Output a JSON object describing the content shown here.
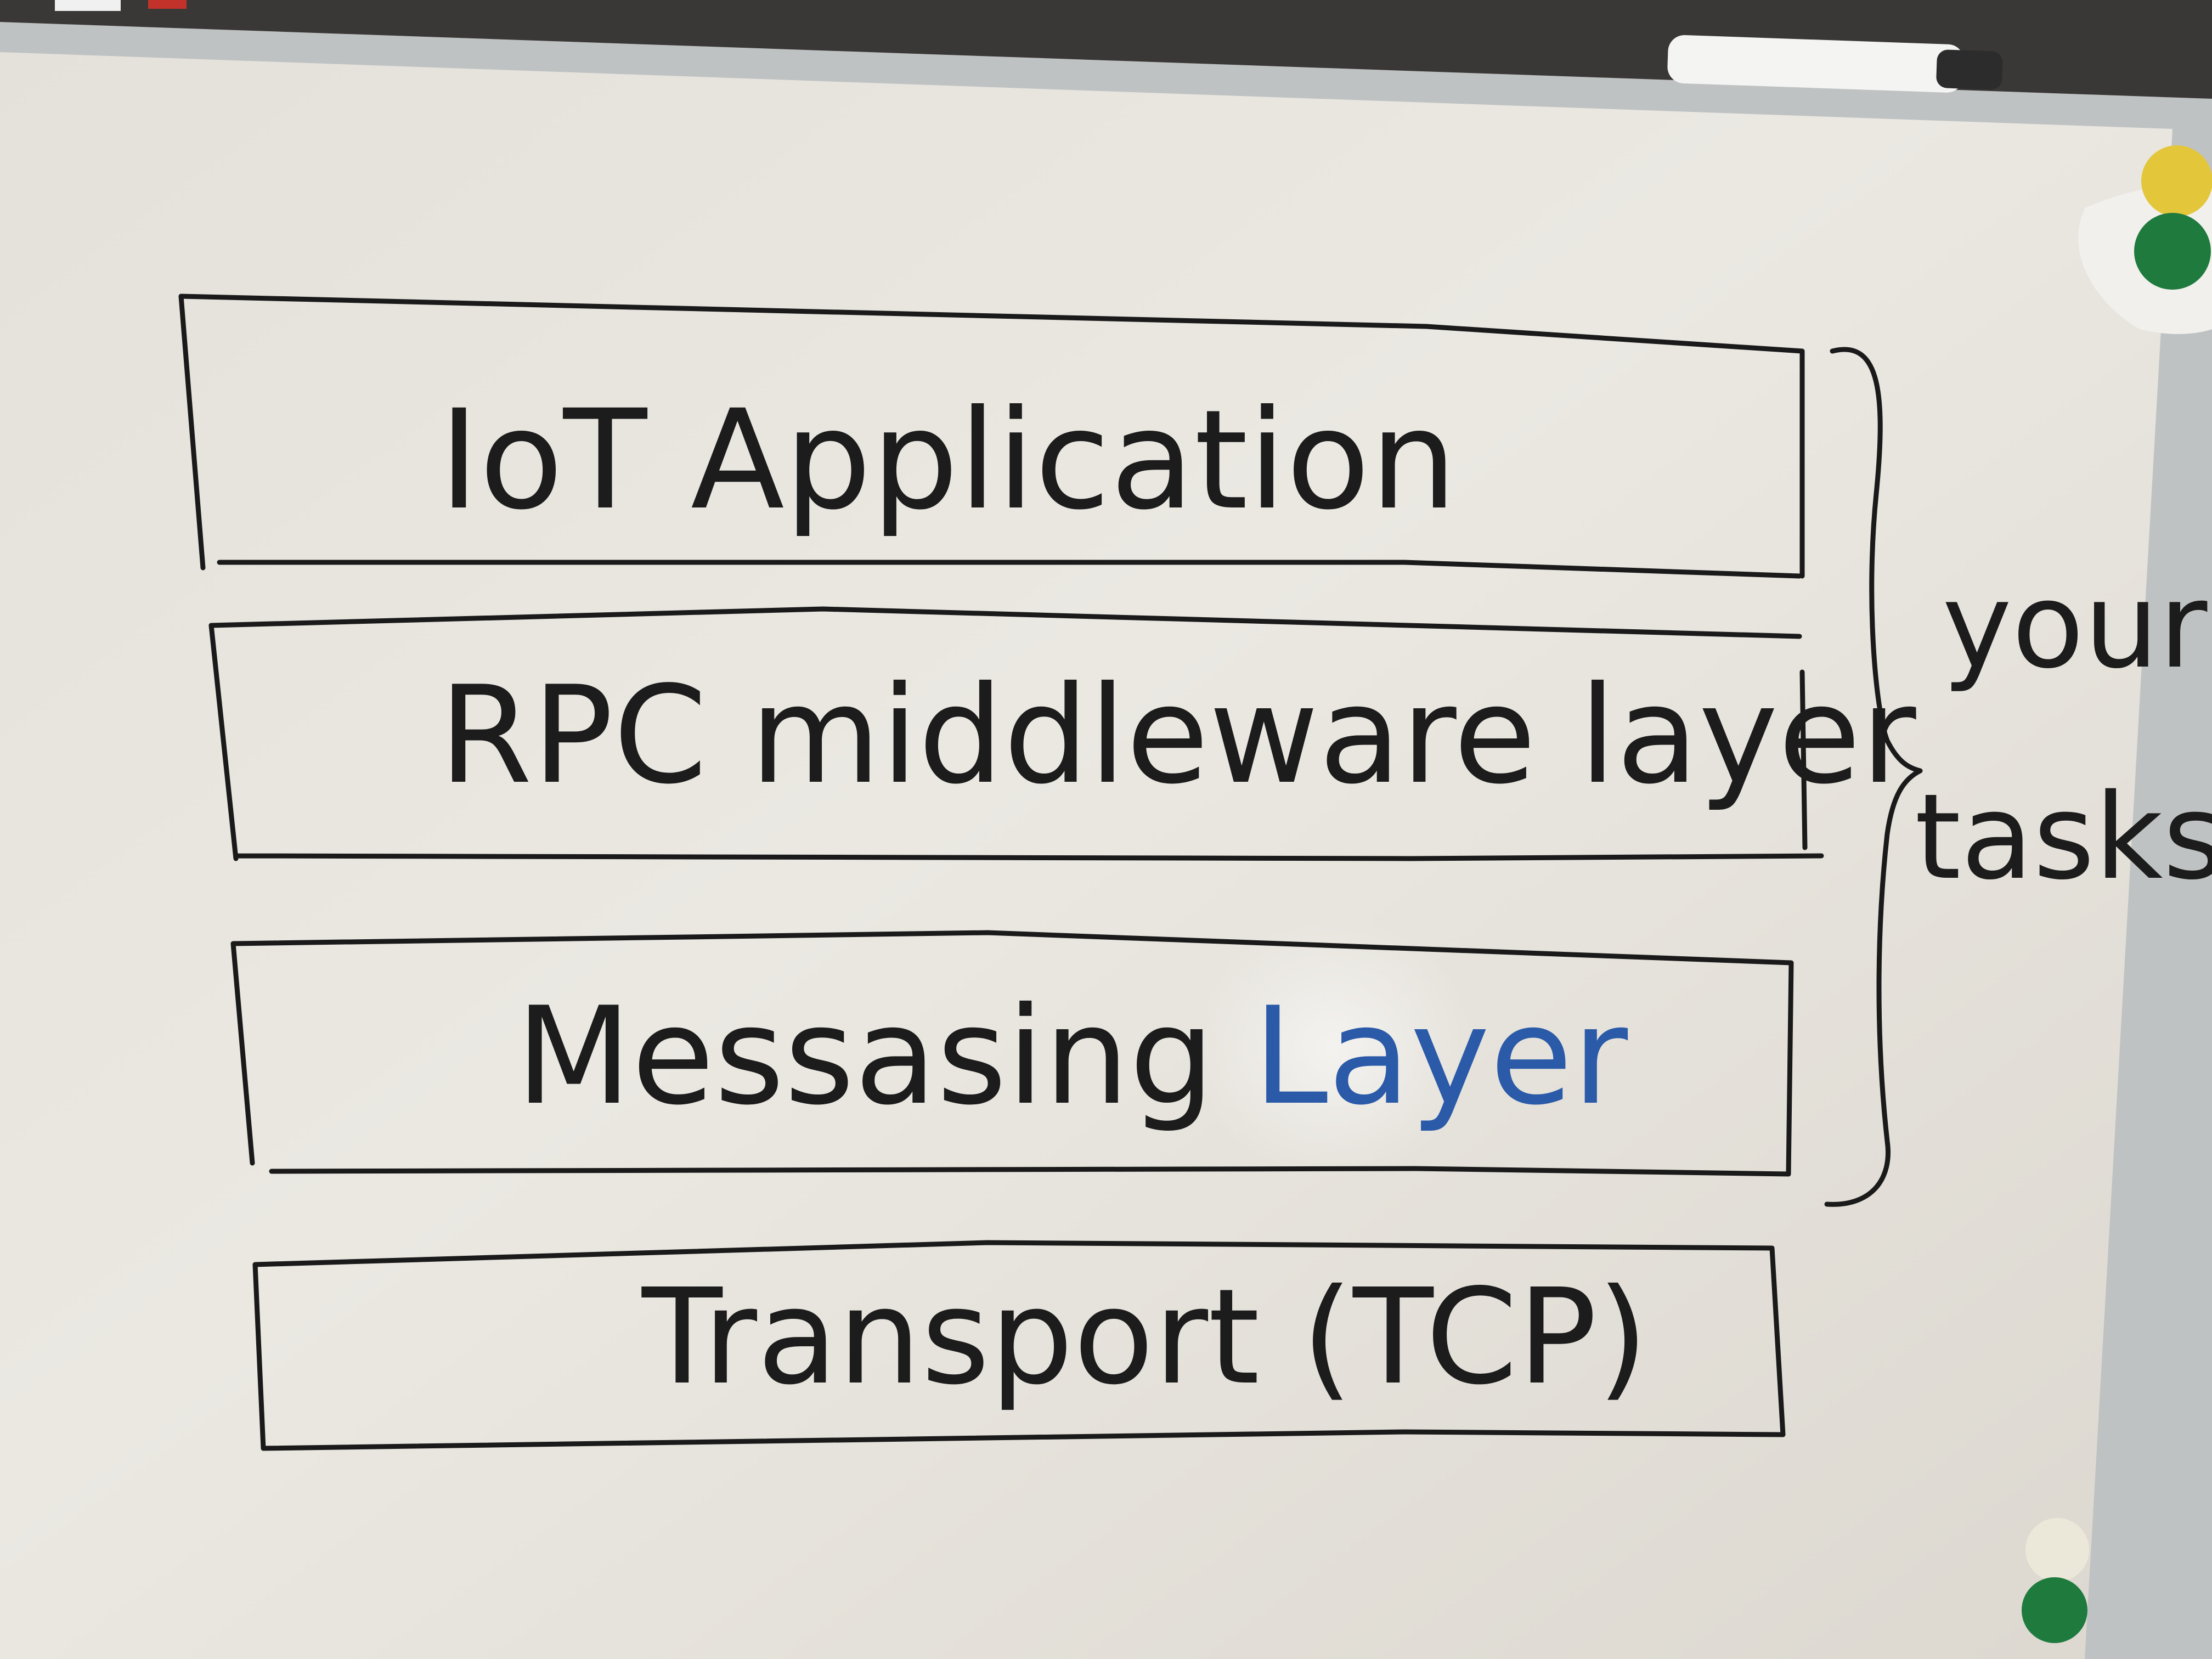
{
  "diagram": {
    "layers": [
      {
        "id": "iot-application",
        "label": "IoT Application"
      },
      {
        "id": "rpc-middleware",
        "label": "RPC middleware layer"
      },
      {
        "id": "messaging",
        "label_main": "Messasing",
        "label_accent": "Layer"
      },
      {
        "id": "transport",
        "label": "Transport (TCP)"
      }
    ],
    "brace_label": {
      "line1": "your",
      "line2": "tasks"
    }
  },
  "colors": {
    "whiteboard": "#e9e6df",
    "frame": "#bfc2c3",
    "ink": "#1a1a1a",
    "accent_ink": "#2a5aa8",
    "wall": "#3a3836",
    "magnet_yellow": "#e3c63a",
    "magnet_green": "#1f7a3e",
    "magnet_cream": "#ece8d9"
  }
}
